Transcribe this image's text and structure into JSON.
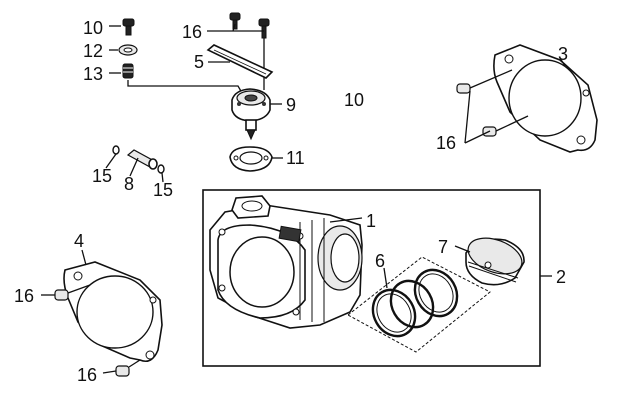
{
  "callouts": {
    "c1": "1",
    "c2": "2",
    "c3": "3",
    "c4": "4",
    "c5": "5",
    "c6": "6",
    "c7": "7",
    "c8": "8",
    "c9": "9",
    "c10_bolt": "10",
    "c10_floating": "10",
    "c11": "11",
    "c12": "12",
    "c13": "13",
    "c15_left": "15",
    "c15_right": "15",
    "c16_top": "16",
    "c16_right": "16",
    "c16_left": "16",
    "c16_bottom": "16"
  }
}
